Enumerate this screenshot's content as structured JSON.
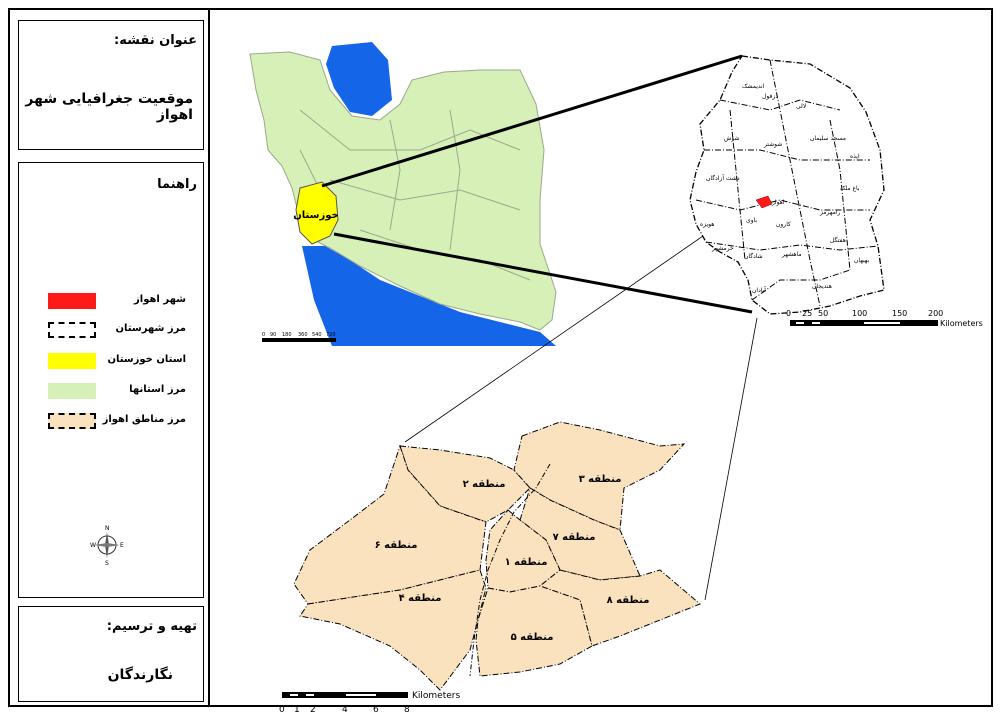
{
  "sidebar": {
    "title_panel": {
      "heading": "عنوان نقشه:",
      "body": "موقعیت جغرافیایی شهر اهواز"
    },
    "legend_panel": {
      "heading": "راهنما",
      "items": [
        {
          "label": "شهر اهواز",
          "color": "#ff1a1a",
          "style": "solid"
        },
        {
          "label": "مرز شهرستان",
          "color": "#ffffff",
          "style": "dash-dot"
        },
        {
          "label": "استان خوزستان",
          "color": "#ffff00",
          "style": "solid"
        },
        {
          "label": "مرز استانها",
          "color": "#d6f0b8",
          "style": "solid"
        },
        {
          "label": "مرز مناطق اهواز",
          "color": "#fbe2bf",
          "style": "dash-dot"
        }
      ],
      "north_arrow_icon": "compass-rose-icon",
      "north_letters": {
        "n": "N",
        "s": "S",
        "e": "E",
        "w": "W"
      }
    },
    "credits_panel": {
      "heading": "تهیه و ترسیم:",
      "body": "نگارندگان"
    }
  },
  "maps": {
    "iran": {
      "province_label": "خوزستان",
      "scale_labels": [
        "0",
        "90",
        "180",
        "360",
        "540",
        "720"
      ],
      "colors": {
        "provinces": "#d6f0b8",
        "water": "#1565e8",
        "khuzestan": "#ffff00"
      }
    },
    "khuzestan": {
      "counties": [
        "اندیمشک",
        "دزفول",
        "لالی",
        "شوش",
        "شوشتر",
        "مسجد سلیمان",
        "ایذه",
        "دشت آزادگان",
        "باغ ملک",
        "رامهرمز",
        "اهواز",
        "هویزه",
        "کارون",
        "باوی",
        "هفتگل",
        "بهبهان",
        "خرمشهر",
        "شادگان",
        "ماهشهر",
        "آبادان",
        "هندیجان"
      ],
      "scale_labels": [
        "0",
        "25",
        "50",
        "100",
        "150",
        "200"
      ],
      "scale_unit": "Kilometers",
      "city_color": "#ff1a1a"
    },
    "ahvaz": {
      "zones": [
        "منطقه ۱",
        "منطقه ۲",
        "منطقه ۳",
        "منطقه ۴",
        "منطقه ۵",
        "منطقه ۶",
        "منطقه ۷",
        "منطقه ۸"
      ],
      "scale_labels": [
        "0",
        "1",
        "2",
        "4",
        "6",
        "8"
      ],
      "scale_unit": "Kilometers",
      "zone_color": "#fbe2bf"
    }
  }
}
